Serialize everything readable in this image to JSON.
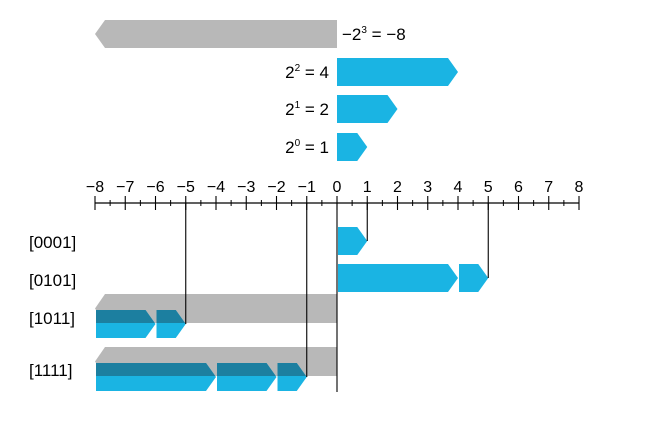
{
  "colors": {
    "positive": "#1ab4e3",
    "negative": "#b8b8b8",
    "overlap": "#1c7fa0",
    "line": "#000000"
  },
  "weights": [
    {
      "base": "−2",
      "exp": "3",
      "value_text": " = −8",
      "value": -8,
      "negative": true
    },
    {
      "base": "2",
      "exp": "2",
      "value_text": " = 4",
      "value": 4,
      "negative": false
    },
    {
      "base": "2",
      "exp": "1",
      "value_text": " = 2",
      "value": 2,
      "negative": false
    },
    {
      "base": "2",
      "exp": "0",
      "value_text": " = 1",
      "value": 1,
      "negative": false
    }
  ],
  "axis": {
    "min": -8,
    "max": 8,
    "tick_labels": [
      "−8",
      "−7",
      "−6",
      "−5",
      "−4",
      "−3",
      "−2",
      "−1",
      "0",
      "1",
      "2",
      "3",
      "4",
      "5",
      "6",
      "7",
      "8"
    ]
  },
  "rows": [
    {
      "label": "[0001]",
      "value": 1,
      "negative": false,
      "segments": [
        1
      ]
    },
    {
      "label": "[0101]",
      "value": 5,
      "negative": false,
      "segments": [
        4,
        1
      ]
    },
    {
      "label": "[1011]",
      "value": -5,
      "negative": true,
      "segments": [
        2,
        1
      ]
    },
    {
      "label": "[1111]",
      "value": -1,
      "negative": true,
      "segments": [
        4,
        2,
        1
      ]
    }
  ]
}
